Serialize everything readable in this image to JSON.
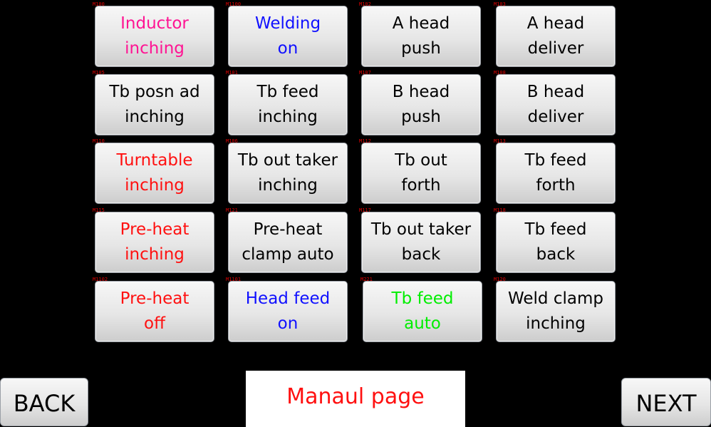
{
  "buttons": [
    {
      "tag": "M100",
      "label": "Inductor\ninching",
      "color": "#ff1493"
    },
    {
      "tag": "M1100",
      "label": "Welding\non",
      "color": "#1010ff"
    },
    {
      "tag": "M102",
      "label": "A head\npush",
      "color": "#000000"
    },
    {
      "tag": "M103",
      "label": "A head\ndeliver",
      "color": "#000000"
    },
    {
      "tag": "M105",
      "label": "Tb posn ad\ninching",
      "color": "#000000"
    },
    {
      "tag": "M101",
      "label": "Tb feed\ninching",
      "color": "#000000"
    },
    {
      "tag": "M107",
      "label": "B head\npush",
      "color": "#000000"
    },
    {
      "tag": "M108",
      "label": "B head\ndeliver",
      "color": "#000000"
    },
    {
      "tag": "M110",
      "label": "Turntable\ninching",
      "color": "#ff1010"
    },
    {
      "tag": "M106",
      "label": "Tb out taker\ninching",
      "color": "#000000"
    },
    {
      "tag": "M112",
      "label": "Tb out\nforth",
      "color": "#000000"
    },
    {
      "tag": "M113",
      "label": "Tb feed\nforth",
      "color": "#000000"
    },
    {
      "tag": "M115",
      "label": "Pre-heat\ninching",
      "color": "#ff1010"
    },
    {
      "tag": "M121",
      "label": "Pre-heat\nclamp auto",
      "color": "#000000"
    },
    {
      "tag": "M117",
      "label": "Tb out taker\nback",
      "color": "#000000"
    },
    {
      "tag": "M118",
      "label": "Tb feed\nback",
      "color": "#000000"
    },
    {
      "tag": "M1102",
      "label": "Pre-heat\noff",
      "color": "#ff1010"
    },
    {
      "tag": "M1101",
      "label": "Head feed\non",
      "color": "#1010ff"
    },
    {
      "tag": "M221",
      "label": "Tb feed\nauto",
      "color": "#00ee00"
    },
    {
      "tag": "M120",
      "label": "Weld clamp\ninching",
      "color": "#000000"
    }
  ],
  "footer": {
    "back_label": "BACK",
    "title": "Manaul page",
    "next_label": "NEXT"
  }
}
